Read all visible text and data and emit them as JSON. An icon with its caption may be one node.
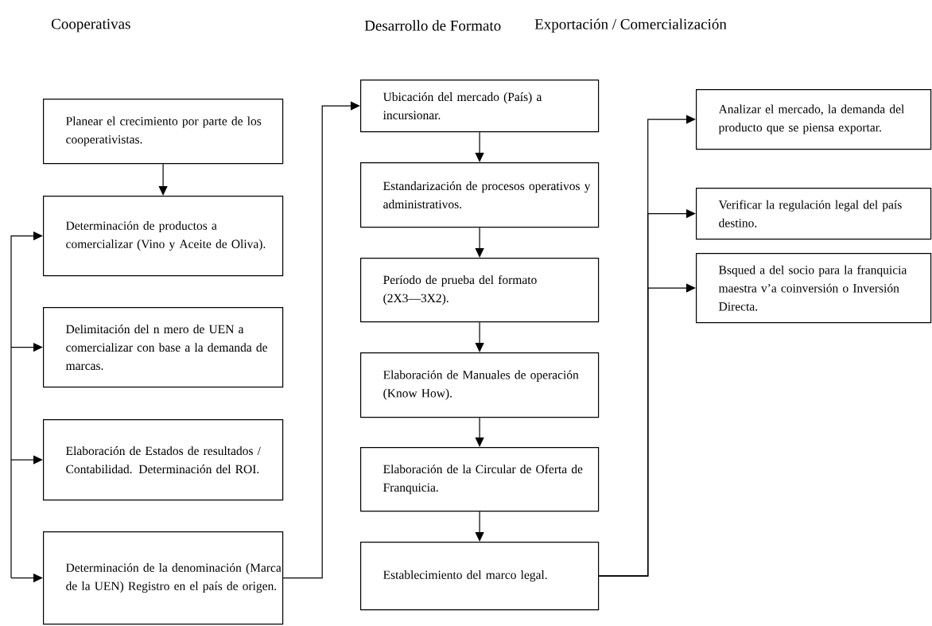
{
  "diagram": {
    "nodes": [
      {
        "text": [
          "Planear el crecimiento por parte de los cooperativistas."
        ]
      },
      {
        "text": [
          "Determinación de productos a comercializar (Vino y Aceite de Oliva)."
        ]
      },
      {
        "text": [
          "Delimitación del n mero de UEN a comercializar con base a la demanda de marcas."
        ]
      },
      {
        "text": [
          "Elaboración de Estados de resultados / Contabilidad. Determinación del ROI."
        ]
      },
      {
        "text": [
          "Determinación de la denominación (Marca de la UEN) Registro en el país de origen."
        ]
      },
      {
        "text": [
          "Ubicación del mercado (País) a incursionar."
        ]
      },
      {
        "text": [
          "Estandarización de procesos operativos y administrativos."
        ]
      },
      {
        "text": [
          "Período de prueba del formato (2X3—3X2)."
        ]
      },
      {
        "text": [
          "Elaboración de Manuales de operación (Know How)."
        ]
      },
      {
        "text": [
          "Elaboración de la Circular de Oferta de Franquicia."
        ]
      },
      {
        "text": [
          "Establecimiento del marco legal."
        ]
      },
      {
        "text": [
          "Analizar el mercado, la demanda del producto que se piensa exportar."
        ]
      },
      {
        "text": [
          "Verificar la regulación legal del país destino."
        ]
      },
      {
        "text": [
          "Bsqued a del socio para la franquicia maestra v’a coinversión o Inversión Directa."
        ]
      }
    ],
    "edges": [
      {
        "from": 0,
        "to": 1,
        "arrow": "to"
      },
      {
        "from": null,
        "to": 1,
        "arrow": "to"
      },
      {
        "from": null,
        "to": 2,
        "arrow": "to"
      },
      {
        "from": null,
        "to": 3,
        "arrow": "to"
      },
      {
        "from": null,
        "to": 4,
        "arrow": "to"
      },
      {
        "from": 4,
        "to": 5,
        "arrow": "to"
      },
      {
        "from": 5,
        "to": 6,
        "arrow": "to"
      },
      {
        "from": 6,
        "to": 7,
        "arrow": "to"
      },
      {
        "from": 7,
        "to": 8,
        "arrow": "to"
      },
      {
        "from": 8,
        "to": 9,
        "arrow": "to"
      },
      {
        "from": 9,
        "to": 10,
        "arrow": "to"
      },
      {
        "from": 10,
        "to": 11,
        "arrow": "to"
      },
      {
        "from": 10,
        "to": 12,
        "arrow": "to"
      },
      {
        "from": 10,
        "to": 13,
        "arrow": "to"
      }
    ],
    "labels": [
      "Cooperativas",
      "Desarrollo de Formato",
      "Exportación / Comercialización"
    ]
  }
}
